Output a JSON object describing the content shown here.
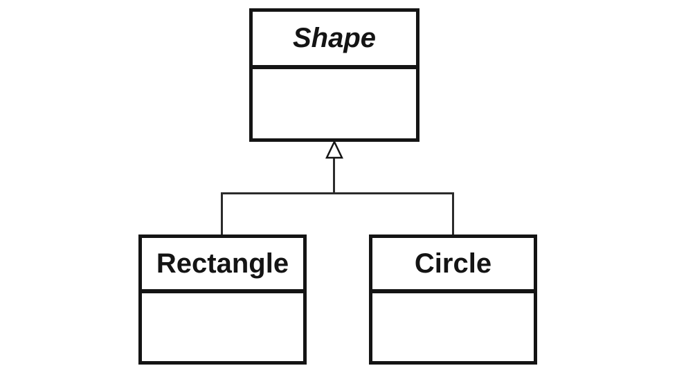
{
  "diagram": {
    "type": "uml-class-inheritance",
    "background_color": "#ffffff",
    "box_border_color": "#141414",
    "line_color": "#2b2b2b",
    "relationship": "generalization",
    "classes": [
      {
        "name": "Shape",
        "abstract": true,
        "role": "parent"
      },
      {
        "name": "Rectangle",
        "abstract": false,
        "role": "child"
      },
      {
        "name": "Circle",
        "abstract": false,
        "role": "child"
      }
    ]
  }
}
